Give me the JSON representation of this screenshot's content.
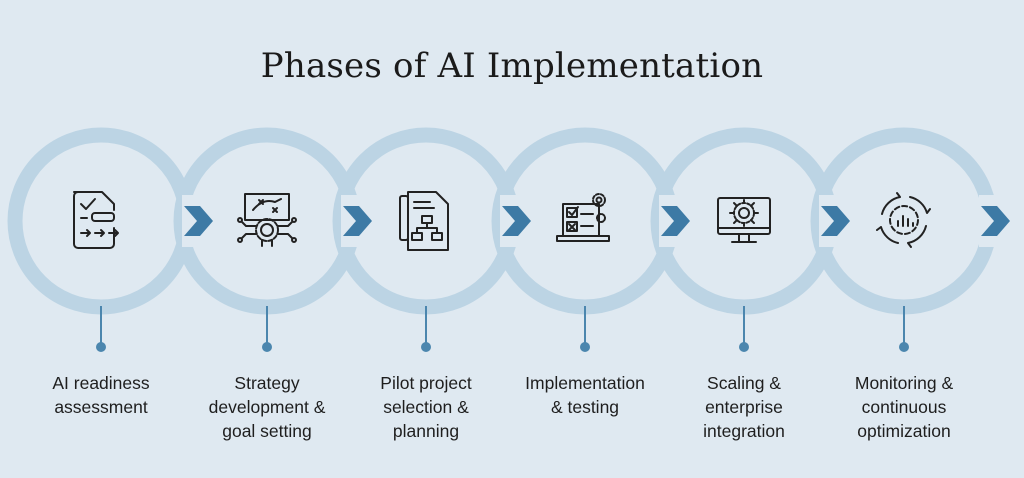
{
  "title": "Phases of AI Implementation",
  "colors": {
    "background": "#dfe9f1",
    "ring": "#bcd4e4",
    "arrow": "#3d7aa5",
    "connector": "#4b86ae",
    "icon": "#222222"
  },
  "phases": [
    {
      "icon": "checklist-document-icon",
      "label_lines": [
        "AI readiness",
        "assessment"
      ]
    },
    {
      "icon": "strategy-board-gear-icon",
      "label_lines": [
        "Strategy",
        "development &",
        "goal setting"
      ]
    },
    {
      "icon": "document-flowchart-icon",
      "label_lines": [
        "Pilot project",
        "selection &",
        "planning"
      ]
    },
    {
      "icon": "laptop-checklist-gears-icon",
      "label_lines": [
        "Implementation",
        "& testing"
      ]
    },
    {
      "icon": "monitor-network-icon",
      "label_lines": [
        "Scaling &",
        "enterprise",
        "integration"
      ]
    },
    {
      "icon": "gear-cycle-chart-icon",
      "label_lines": [
        "Monitoring &",
        "continuous",
        "optimization"
      ]
    }
  ]
}
